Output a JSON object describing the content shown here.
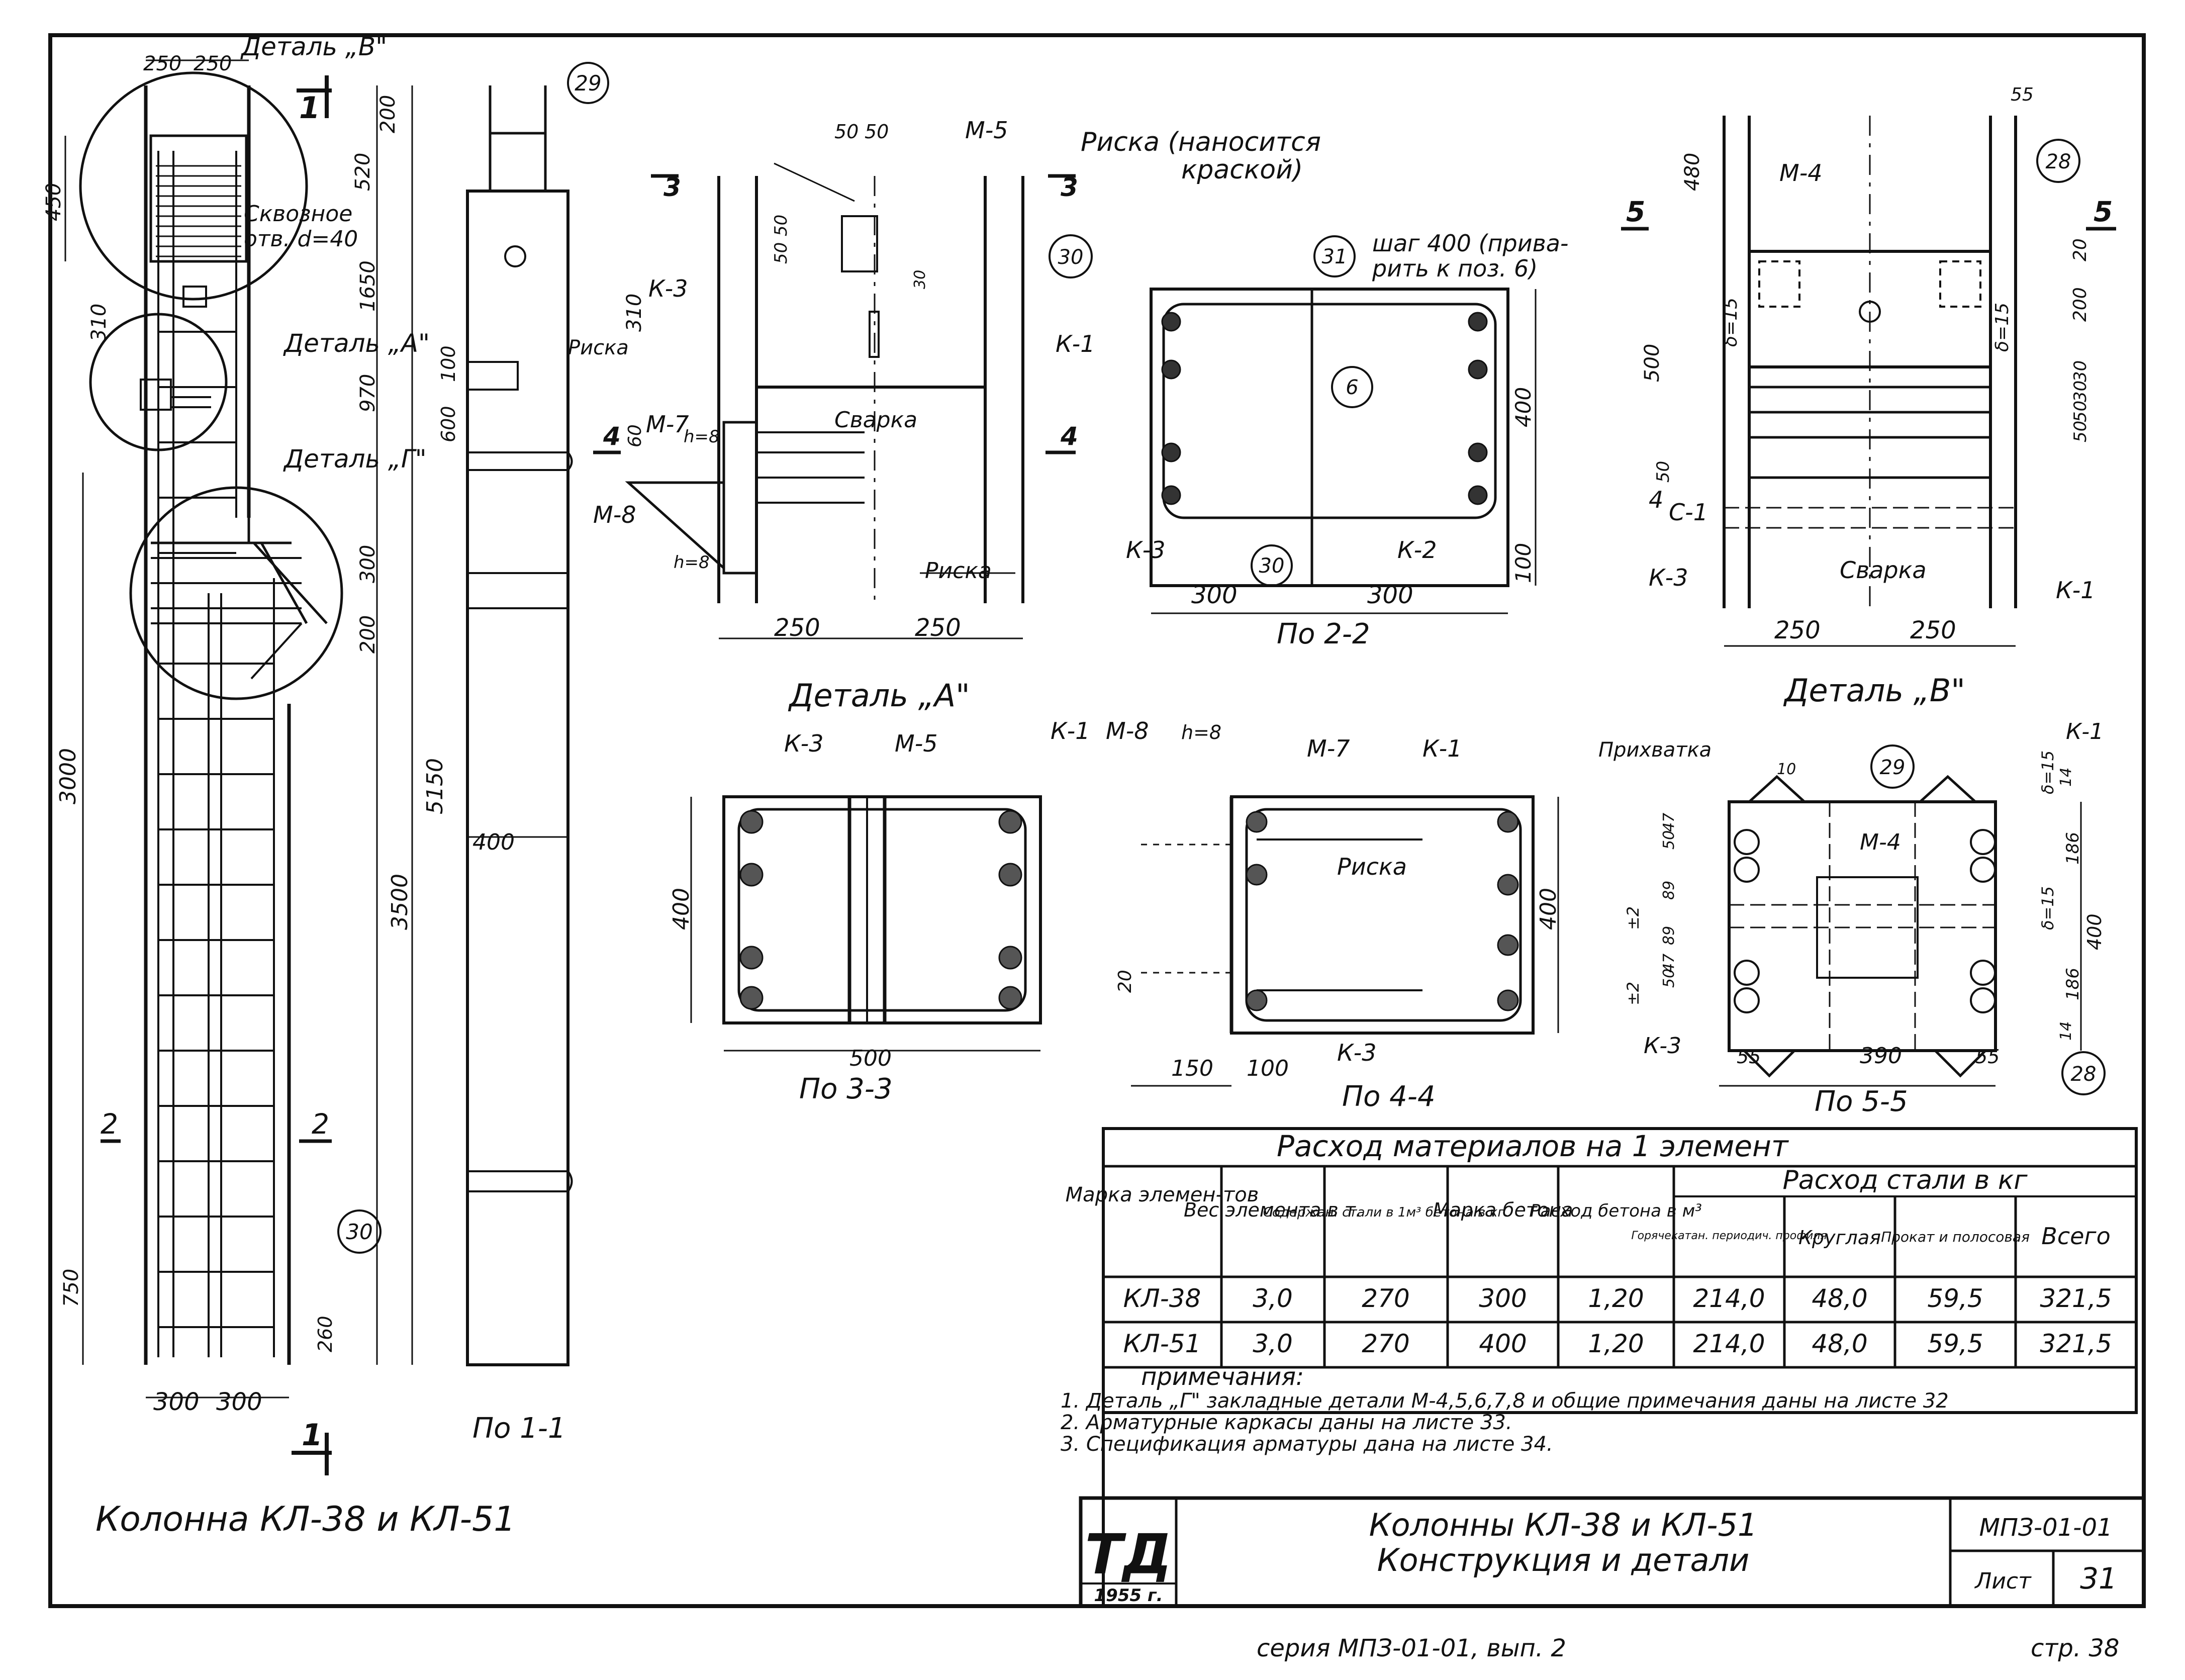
{
  "drawing": {
    "main_view": {
      "caption": "Колонна КЛ-38 и КЛ-51",
      "section_label": "По 1-1",
      "detail_b": "Деталь „В\"",
      "detail_a": "Деталь „А\"",
      "detail_g": "Деталь „Г\"",
      "hole_note_1": "Сквозное",
      "hole_note_2": "отв. d=40",
      "riska": "Риска",
      "section_1": "1",
      "section_2": "2",
      "callout_29": "29",
      "callout_30": "30",
      "dims": [
        "250",
        "250",
        "200",
        "520",
        "450",
        "1650",
        "310",
        "970",
        "300",
        "200",
        "3000",
        "3500",
        "5150",
        "600",
        "100",
        "400",
        "750",
        "260",
        "300",
        "300"
      ]
    },
    "detail_a_view": {
      "title": "Деталь „А\"",
      "riska_note_1": "Риска (наносится",
      "riska_note_2": "краской)",
      "labels": [
        "М-5",
        "М-7",
        "М-8",
        "К-3",
        "К-1",
        "Сварка",
        "Риска",
        "h=8",
        "h=8"
      ],
      "section_3": "3",
      "section_4": "4",
      "callout": "30",
      "dims": [
        "50",
        "50",
        "50",
        "50",
        "30",
        "310",
        "60",
        "250",
        "250"
      ]
    },
    "section_2_2": {
      "title": "По 2-2",
      "note_1": "шаг 400 (прива-",
      "note_2": "рить к поз. 6)",
      "callouts": [
        "31",
        "6",
        "30"
      ],
      "labels": [
        "К-3",
        "К-2"
      ],
      "dims": [
        "400",
        "100",
        "300",
        "300"
      ]
    },
    "detail_v_view": {
      "title": "Деталь „В\"",
      "labels": [
        "М-4",
        "С-1",
        "К-3",
        "К-1",
        "Сварка",
        "δ=15",
        "δ=15",
        "4"
      ],
      "callout": "28",
      "section_5": "5",
      "dims": [
        "55",
        "480",
        "500",
        "20",
        "200",
        "30",
        "50",
        "50",
        "30",
        "50",
        "250",
        "250"
      ]
    },
    "section_3_3": {
      "title": "По 3-3",
      "labels": [
        "К-3",
        "М-5",
        "К-1"
      ],
      "dims": [
        "400",
        "500"
      ]
    },
    "section_4_4": {
      "title": "По 4-4",
      "labels": [
        "М-8",
        "h=8",
        "М-7",
        "К-1",
        "Риска",
        "К-3"
      ],
      "dims": [
        "400",
        "20",
        "150",
        "100"
      ]
    },
    "section_5_5": {
      "title": "По 5-5",
      "labels": [
        "Прихватка",
        "М-4",
        "К-1",
        "К-3",
        "±2",
        "±2",
        "δ=15",
        "δ=15"
      ],
      "callouts": [
        "29",
        "28"
      ],
      "dims": [
        "10",
        "47",
        "50",
        "89",
        "89",
        "47",
        "50",
        "186",
        "186",
        "400",
        "14",
        "14",
        "55",
        "390",
        "55"
      ]
    }
  },
  "materials_table": {
    "title": "Расход материалов на 1 элемент",
    "headers": {
      "mark": "Марка элемен-тов",
      "weight": "Вес элемента в т.",
      "steel_per_m3": "Содержан. стали в 1м³ бетона в кг.",
      "concrete_mark": "Марка бетона",
      "concrete_volume": "Расход бетона в м³",
      "steel_group": "Расход стали в кг",
      "hot_rolled": "Горячекатан. периодич. профиля",
      "round": "Круглая",
      "strip": "Прокат и полосовая",
      "total": "Всего"
    },
    "rows": [
      {
        "mark": "КЛ-38",
        "weight": "3,0",
        "steel_per_m3": "270",
        "concrete_mark": "300",
        "concrete_volume": "1,20",
        "hot_rolled": "214,0",
        "round": "48,0",
        "strip": "59,5",
        "total": "321,5"
      },
      {
        "mark": "КЛ-51",
        "weight": "3,0",
        "steel_per_m3": "270",
        "concrete_mark": "400",
        "concrete_volume": "1,20",
        "hot_rolled": "214,0",
        "round": "48,0",
        "strip": "59,5",
        "total": "321,5"
      }
    ]
  },
  "notes": {
    "heading": "примечания:",
    "items": [
      "1. Деталь „Г\" закладные детали М-4,5,6,7,8 и общие примечания даны на листе 32",
      "2. Арматурные каркасы даны на листе 33.",
      "3. Спецификация арматуры дана на листе 34."
    ]
  },
  "title_block": {
    "logo": "ТД",
    "year": "1955 г.",
    "title_line1": "Колонны КЛ-38 и КЛ-51",
    "title_line2": "Конструкция и детали",
    "series_code": "МПЗ-01-01",
    "sheet_label": "Лист",
    "sheet_number": "31"
  },
  "footer": {
    "series": "серия МПЗ-01-01, вып. 2",
    "page": "стр. 38"
  }
}
